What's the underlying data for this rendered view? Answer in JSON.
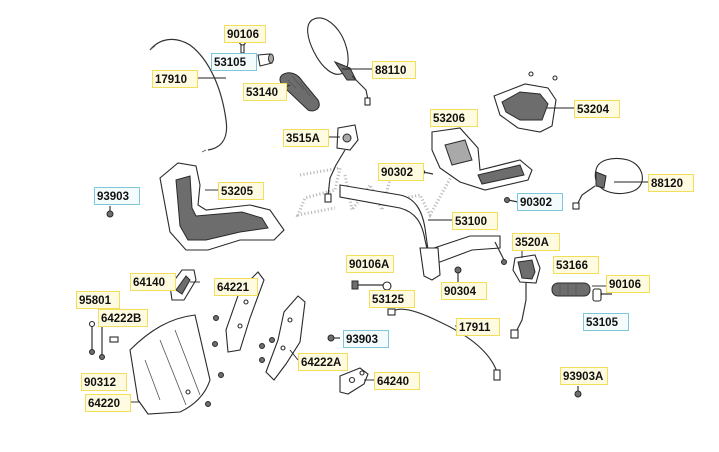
{
  "labels": {
    "p90106_top": "90106",
    "p53105_top": "53105",
    "p17910": "17910",
    "p88110": "88110",
    "p53140": "53140",
    "p3515A": "3515A",
    "p53206": "53206",
    "p53204": "53204",
    "p93903_left": "93903",
    "p53205": "53205",
    "p90302_mid": "90302",
    "p90302_right": "90302",
    "p88120": "88120",
    "p53100": "53100",
    "p3520A": "3520A",
    "p90106A": "90106A",
    "p53166": "53166",
    "p64140": "64140",
    "p64221": "64221",
    "p90304": "90304",
    "p90106_right": "90106",
    "p53125": "53125",
    "p95801": "95801",
    "p64222B": "64222B",
    "p17911": "17911",
    "p53105_right": "53105",
    "p93903_mid": "93903",
    "p90312": "90312",
    "p64222A": "64222A",
    "p93903A": "93903A",
    "p64240": "64240",
    "p64220": "64220"
  },
  "colors": {
    "callout_fill": "#fffbe0",
    "callout_border": "#f2de5a",
    "alt_callout_fill": "#f3fbfd",
    "alt_callout_border": "#7fc6da"
  }
}
